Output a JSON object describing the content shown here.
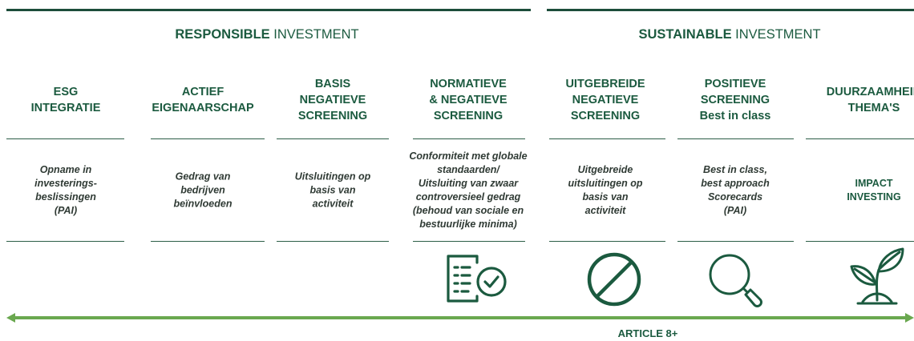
{
  "sections": {
    "responsible": {
      "title_bold": "RESPONSIBLE",
      "title_rest": " INVESTMENT"
    },
    "sustainable": {
      "title_bold": "SUSTAINABLE",
      "title_rest": " INVESTMENT"
    }
  },
  "columns": [
    {
      "title_lines": [
        "ESG",
        "INTEGRATIE"
      ],
      "desc_lines": [
        "Opname in",
        "investerings-",
        "beslissingen",
        "(PAI)"
      ],
      "icon": ""
    },
    {
      "title_lines": [
        "ACTIEF",
        "EIGENAARSCHAP"
      ],
      "desc_lines": [
        "Gedrag van",
        "bedrijven",
        "beïnvloeden"
      ],
      "icon": ""
    },
    {
      "title_lines": [
        "BASIS",
        "NEGATIEVE",
        "SCREENING"
      ],
      "desc_lines": [
        "Uitsluitingen op",
        "basis van",
        "activiteit"
      ],
      "icon": ""
    },
    {
      "title_lines": [
        "NORMATIEVE",
        "& NEGATIEVE",
        "SCREENING"
      ],
      "desc_lines": [
        "Conformiteit met globale",
        "standaarden/",
        "Uitsluiting van zwaar",
        "controversieel gedrag",
        "(behoud van sociale en",
        "bestuurlijke minima)"
      ],
      "icon": "checklist-icon"
    },
    {
      "title_lines": [
        "UITGEBREIDE",
        "NEGATIEVE",
        "SCREENING"
      ],
      "desc_lines": [
        "Uitgebreide",
        "uitsluitingen op",
        "basis van",
        "activiteit"
      ],
      "icon": "prohibited-icon"
    },
    {
      "title_lines": [
        "POSITIEVE",
        "SCREENING",
        "Best in class"
      ],
      "desc_lines": [
        "Best in class,",
        "best approach",
        "Scorecards",
        "(PAI)"
      ],
      "icon": "magnifier-icon"
    },
    {
      "title_lines": [
        "DUURZAAMHEID",
        "THEMA'S"
      ],
      "desc_lines": [
        "IMPACT",
        "INVESTING"
      ],
      "icon": "plant-icon"
    }
  ],
  "arrow": {
    "label": "ARTICLE 8+"
  },
  "colors": {
    "primary": "#1b5a3f",
    "arrow": "#6aa84f",
    "text_dark": "#2f3a34"
  }
}
